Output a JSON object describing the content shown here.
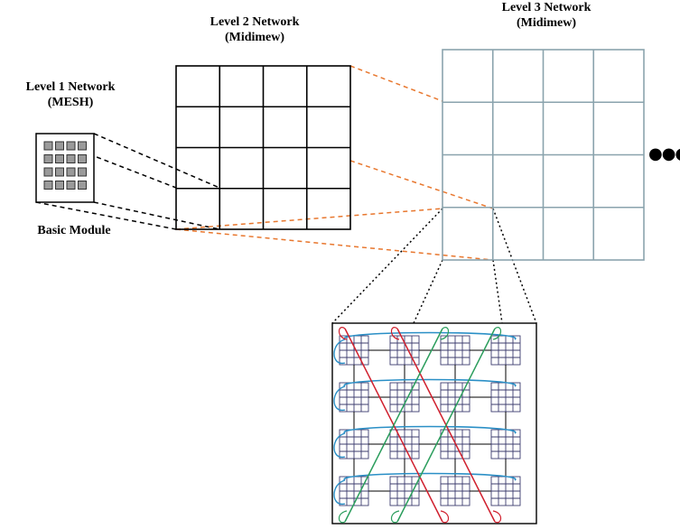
{
  "labels": {
    "level1_line1": "Level 1 Network",
    "level1_line2": "(MESH)",
    "level2_line1": "Level 2 Network",
    "level2_line2": "(Midimew)",
    "level3_line1": "Level 3 Network",
    "level3_line2": "(Midimew)",
    "basic_module": "Basic Module",
    "continuation": "●●●"
  },
  "colors": {
    "level2_grid": "#000000",
    "level3_grid": "#8aa3ad",
    "link_orange": "#e8772e",
    "link_black": "#000000",
    "module_fill": "#9a9a9a",
    "wrap_blue": "#2a8fc6",
    "diag_red": "#d0202e",
    "diag_green": "#2a9d5c",
    "mini_grid": "#3c3c6e"
  },
  "structure": {
    "basic_module_grid": "4x4",
    "level2_grid": "4x4",
    "level3_grid": "4x4",
    "zoom_blocks": "4x4"
  }
}
